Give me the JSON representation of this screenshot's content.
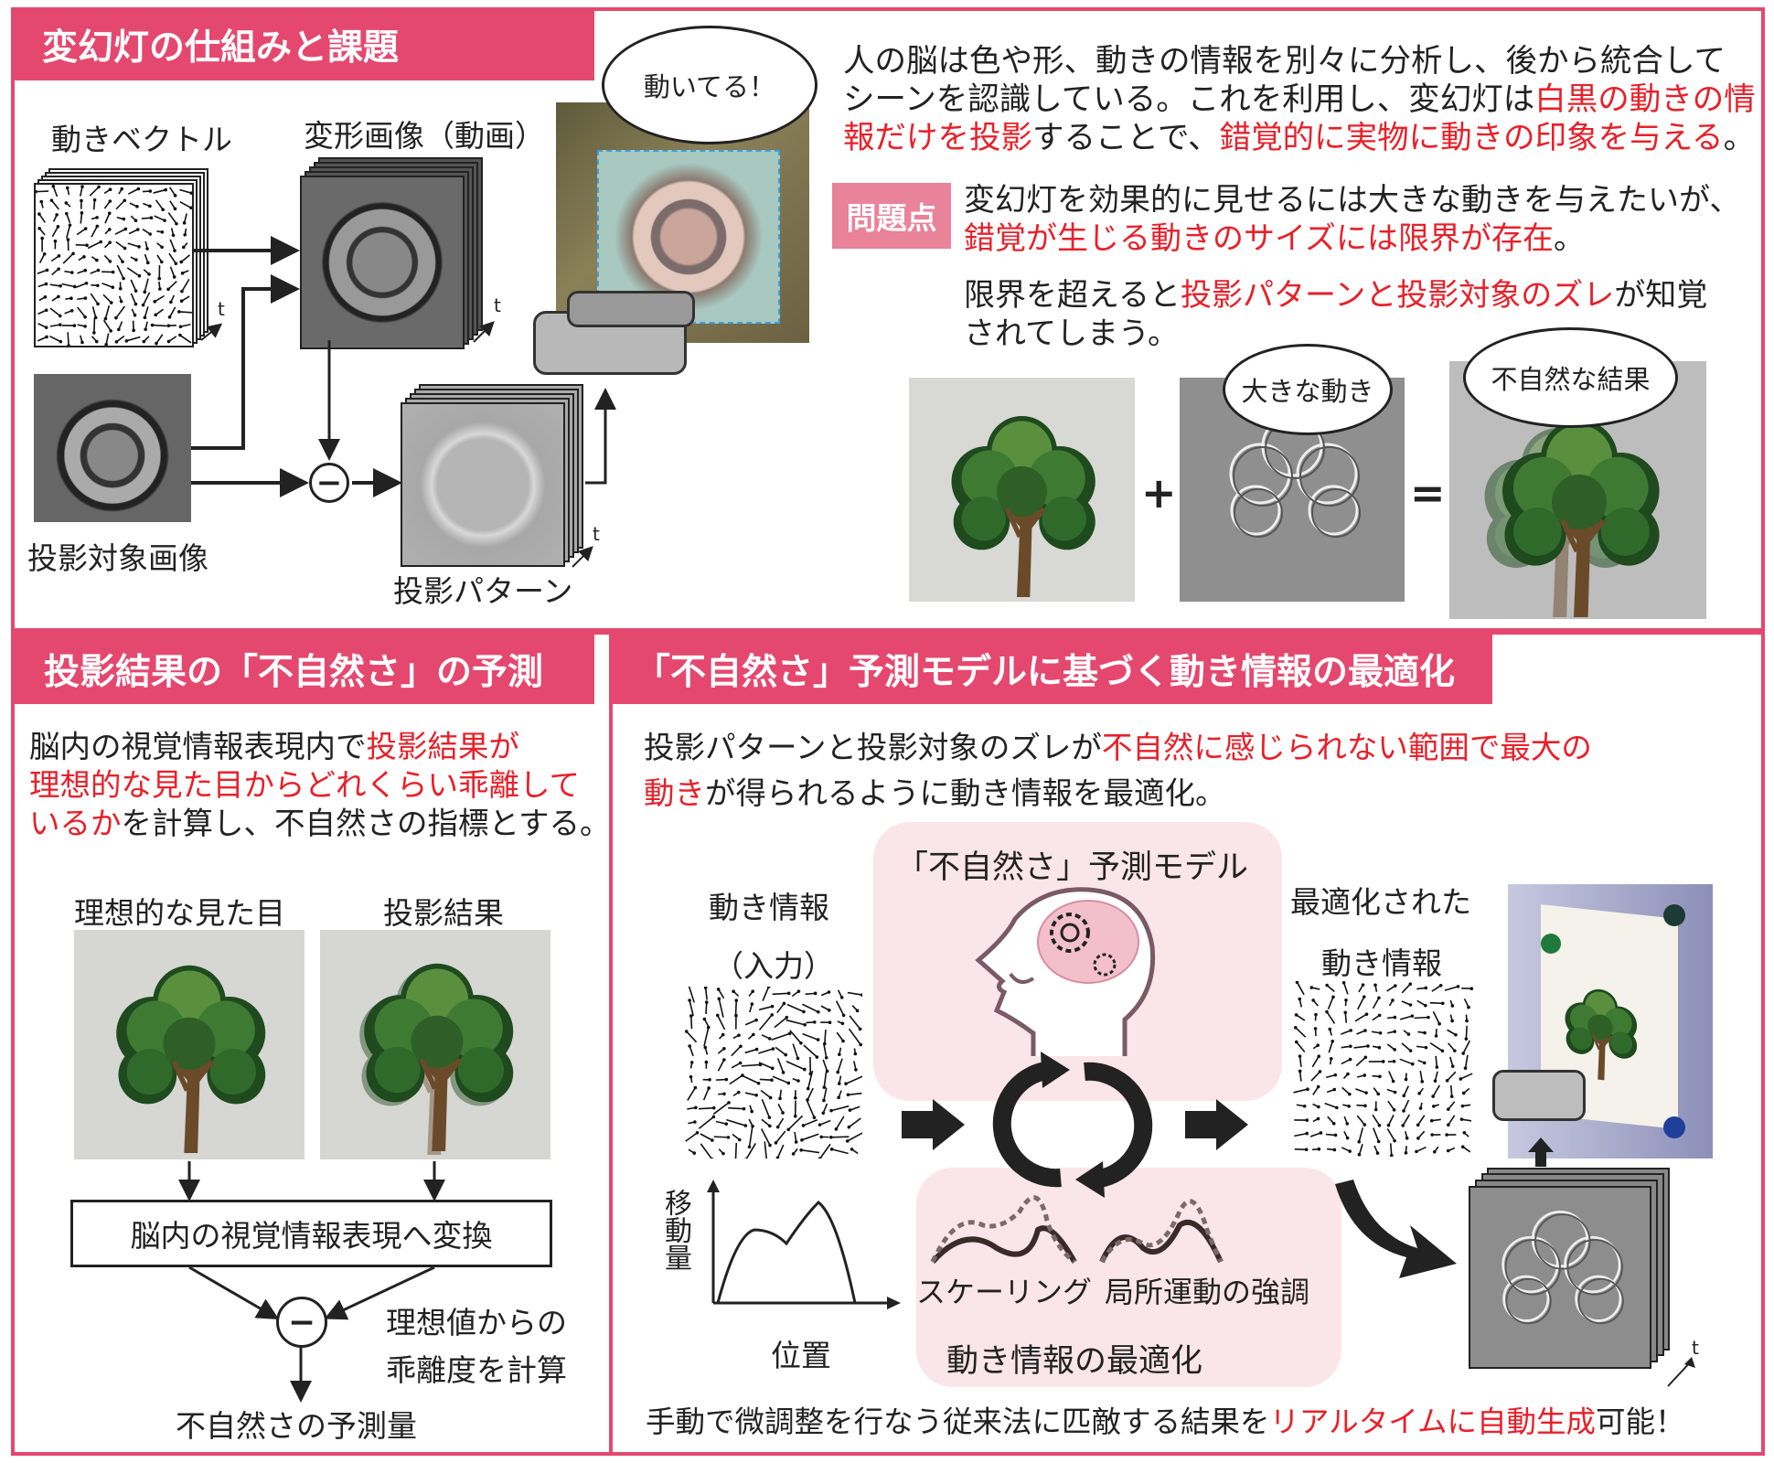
{
  "colors": {
    "accent": "#e5486f",
    "red_text": "#e8202a",
    "badge": "#e8839a",
    "model_box": "#fae5ea"
  },
  "top": {
    "header": "変幻灯の仕組みと課題",
    "labels": {
      "motion_vector": "動きベクトル",
      "deformed_image": "変形画像（動画）",
      "target_image": "投影対象画像",
      "projection_pattern": "投影パターン",
      "t": "t",
      "bubble_moving": "動いてる！",
      "minus": "−"
    },
    "intro": [
      [
        {
          "t": "人の脳は色や形、動きの情報を別々に分析し、後から統合して"
        }
      ],
      [
        {
          "t": "シーンを認識している。これを利用し、変幻灯は"
        },
        {
          "t": "白黒の動きの情",
          "red": true
        }
      ],
      [
        {
          "t": "報だけを投影",
          "red": true
        },
        {
          "t": "することで、"
        },
        {
          "t": "錯覚的に実物に動きの印象を与える",
          "red": true
        },
        {
          "t": "。"
        }
      ]
    ],
    "problem_badge": "問題点",
    "problem": [
      [
        {
          "t": "変幻灯を効果的に見せるには大きな動きを与えたいが、"
        }
      ],
      [
        {
          "t": "錯覚が生じる動きのサイズには限界が存在",
          "red": true
        },
        {
          "t": "。"
        }
      ]
    ],
    "limit": [
      [
        {
          "t": "限界を超えると"
        },
        {
          "t": "投影パターンと投影対象のズレ",
          "red": true
        },
        {
          "t": "が知覚"
        }
      ],
      [
        {
          "t": "されてしまう。"
        }
      ]
    ],
    "equation": {
      "plus": "+",
      "equals": "=",
      "bubble_large_motion": "大きな動き",
      "bubble_unnatural": "不自然な結果"
    }
  },
  "bottom_left": {
    "header": "投影結果の「不自然さ」の予測",
    "text": [
      [
        {
          "t": "脳内の視覚情報表現内で"
        },
        {
          "t": "投影結果が",
          "red": true
        }
      ],
      [
        {
          "t": "理想的な見た目からどれくらい乖離して",
          "red": true
        }
      ],
      [
        {
          "t": "いるか",
          "red": true
        },
        {
          "t": "を計算し、不自然さの指標とする。"
        }
      ]
    ],
    "ideal_label": "理想的な見た目",
    "result_label": "投影結果",
    "transform_box": "脳内の視覚情報表現へ変換",
    "deviation_1": "理想値からの",
    "deviation_2": "乖離度を計算",
    "output": "不自然さの予測量",
    "minus": "−"
  },
  "bottom_right": {
    "header": "「不自然さ」予測モデルに基づく動き情報の最適化",
    "text": [
      [
        {
          "t": "投影パターンと投影対象のズレが"
        },
        {
          "t": "不自然に感じられない範囲で最大の",
          "red": true
        }
      ],
      [
        {
          "t": "動き",
          "red": true
        },
        {
          "t": "が得られるように動き情報を最適化。"
        }
      ]
    ],
    "model_title": "「不自然さ」予測モデル",
    "input_1": "動き情報",
    "input_2": "（入力）",
    "optimized_1": "最適化された",
    "optimized_2": "動き情報",
    "graph_ylabel": "移動量",
    "graph_xlabel": "位置",
    "scaling": "スケーリング",
    "local_emphasis": "局所運動の強調",
    "optimization": "動き情報の最適化",
    "t": "t",
    "footer": [
      [
        {
          "t": "手動で微調整を行なう従来法に匹敵する結果を"
        },
        {
          "t": "リアルタイムに自動生成",
          "red": true
        },
        {
          "t": "可能！"
        }
      ]
    ]
  }
}
